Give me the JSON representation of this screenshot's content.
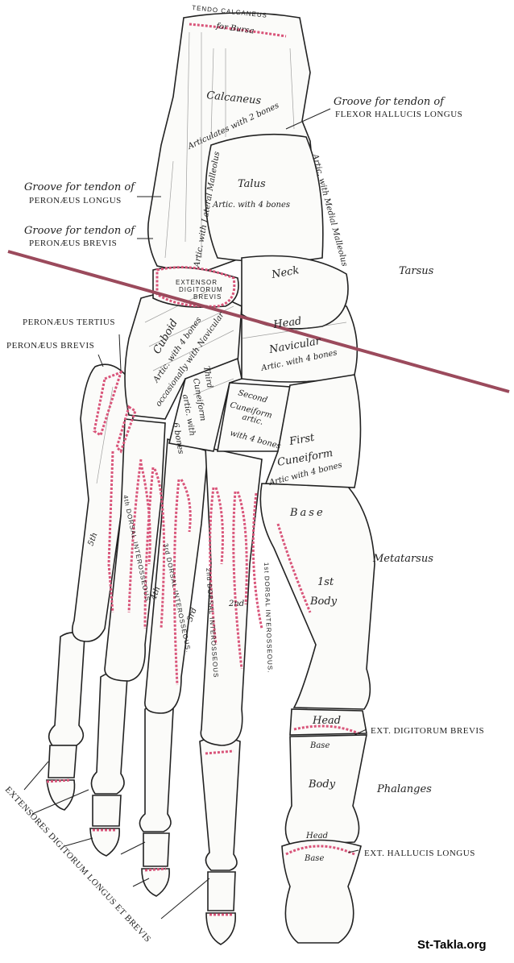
{
  "labels": {
    "tendo_calcaneus": "TENDO CALCANEUS",
    "for_bursa": "for Bursa",
    "calcaneus": "Calcaneus",
    "calcaneus_artic": "Articulates with 2 bones",
    "groove_fhl_1": "Groove for tendon of",
    "groove_fhl_2": "FLEXOR HALLUCIS LONGUS",
    "talus": "Talus",
    "talus_artic": "Artic. with 4 bones",
    "medial_malleolus": "Artic. with Medial Malleolus",
    "lateral_malleolus": "Artic. with Lateral Malleolus",
    "groove_pl_1": "Groove for tendon of",
    "groove_pl_2": "PERONÆUS LONGUS",
    "groove_pb_1": "Groove for tendon of",
    "groove_pb_2": "PERONÆUS BREVIS",
    "edb_1": "EXTENSOR",
    "edb_2": "DIGITORUM",
    "edb_3": "BREVIS",
    "neck": "Neck",
    "head": "Head",
    "tarsus": "Tarsus",
    "peronaeus_tertius": "PERONÆUS TERTIUS",
    "peronaeus_brevis": "PERONÆUS BREVIS",
    "cuboid": "Cuboid",
    "cuboid_artic": "Artic. with 4 bones",
    "cuboid_occ": "occasionally with Navicular",
    "navicular": "Navicular",
    "navicular_artic": "Artic. with 4 bones",
    "third_cun_1": "Third",
    "third_cun_2": "Cuneiform",
    "third_cun_3": "artic. with",
    "third_cun_4": "6 bones",
    "second_cun_1": "Second",
    "second_cun_2": "Cuneiform",
    "second_cun_3": "artic.",
    "second_cun_4": "with 4 bones",
    "first_cun_1": "First",
    "first_cun_2": "Cuneiform",
    "first_cun_3": "Artic with 4 bones",
    "base": "Base",
    "first_mt": "1st",
    "body": "Body",
    "metatarsus": "Metatarsus",
    "di_4": "4th DORSAL INTEROSSEOUS",
    "di_3": "3rd DORSAL INTEROSSEOUS.",
    "di_2": "2nd DORSAL INTEROSSEOUS",
    "di_1": "1st DORSAL INTEROSSEOUS.",
    "mt_5": "5th",
    "mt_4": "4th",
    "mt_3": "3rd",
    "mt_2": "2nd",
    "mt_head": "Head",
    "ph_base": "Base",
    "ph_body": "Body",
    "ph_head": "Head",
    "ph_base2": "Base",
    "ext_dig_brevis": "EXT. DIGITORUM BREVIS",
    "phalanges": "Phalanges",
    "ext_hallucis": "EXT. HALLUCIS LONGUS",
    "extensores": "EXTENSORES DIGITORUM LONGUS ET BREVIS"
  },
  "watermark": "St-Takla.org",
  "colors": {
    "cut_line": "#9b4a5c",
    "insertion": "#d9557a"
  }
}
